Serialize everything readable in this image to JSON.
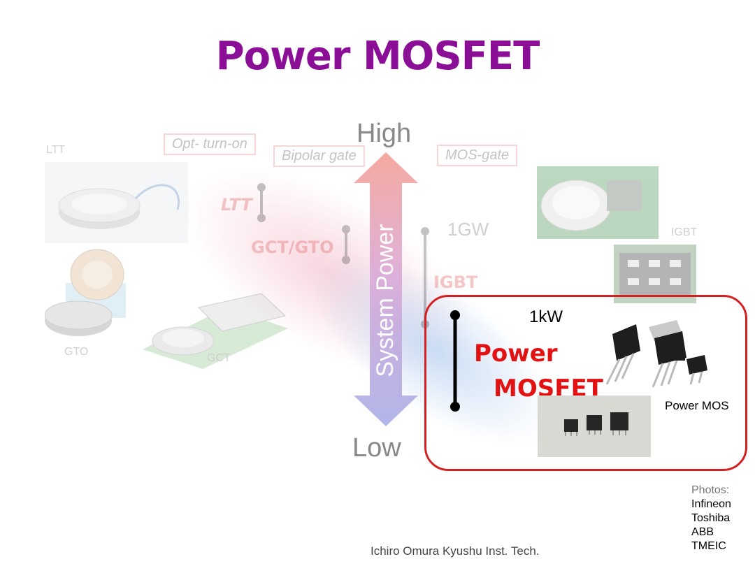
{
  "title": "Power MOSFET",
  "axis": {
    "high": "High",
    "low": "Low",
    "label": "System Power"
  },
  "gate_tags": [
    "Opt- turn-on",
    "Bipolar gate",
    "MOS-gate"
  ],
  "devices": {
    "ltt": "LTT",
    "gct_gto": "GCT/GTO",
    "igbt": "IGBT"
  },
  "ranges": {
    "igbt_top": "1GW",
    "mosfet_top": "1kW"
  },
  "photo_labels": {
    "ltt": "LTT",
    "gto": "GTO",
    "gct": "GCT",
    "igbt": "IGBT",
    "power_mos": "Power MOS"
  },
  "focus": {
    "line1": "Power",
    "line2": "MOSFET"
  },
  "credits": {
    "heading": "Photos:",
    "sources": [
      "Infineon",
      "Toshiba",
      "ABB",
      "TMEIC"
    ]
  },
  "footer": "Ichiro Omura Kyushu Inst. Tech.",
  "colors": {
    "title": "#8a0e96",
    "highlight": "#e21212",
    "focus_border": "#d42020"
  }
}
